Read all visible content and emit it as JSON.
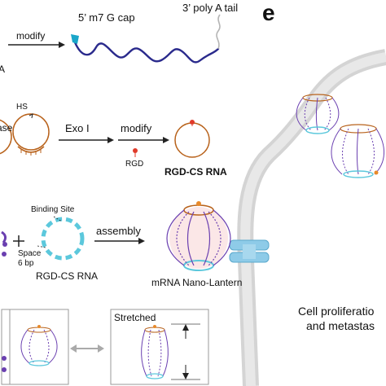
{
  "panel_letter": "e",
  "row1": {
    "clipped_left": "A",
    "cap_label": "5’ m7 G cap",
    "tail_label": "3’ poly A tail",
    "arrow_label": "modify"
  },
  "row2": {
    "clipped_left": "ase",
    "hs_label": "HS",
    "exo_label": "Exo I",
    "modify_label": "modify",
    "rgd_label": "RGD",
    "product_label": "RGD-CS RNA"
  },
  "row3": {
    "binding_site_label": "Binding Site",
    "space_label_line1": "Space",
    "space_label_line2": "6 bp",
    "ring_label": "RGD-CS RNA",
    "assembly_label": "assembly",
    "product_label": "mRNA Nano-Lantern"
  },
  "row4": {
    "stretched_label": "Stretched"
  },
  "cell_panel": {
    "caption_line1": "Cell proliferatio",
    "caption_line2": "and metastas"
  },
  "colors": {
    "mrna_strand": "#2a2a8c",
    "cap": "#1aa6c9",
    "tail": "#b5b5b5",
    "ring_brown": "#b8621b",
    "rgd_red": "#e03a2a",
    "lantern_purple": "#6a3fb0",
    "binding_cyan": "#5cc8dc",
    "membrane_gray": "#d4d4d4",
    "channel_blue": "#8ecbe8"
  }
}
